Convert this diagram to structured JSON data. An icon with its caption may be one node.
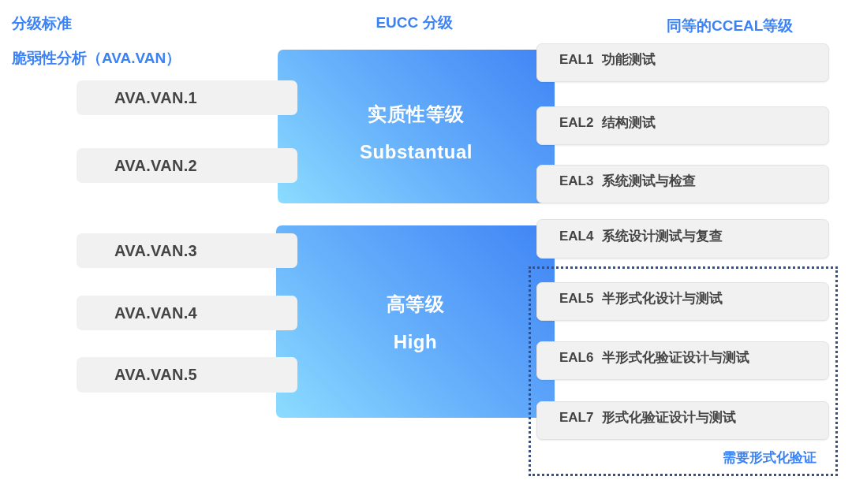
{
  "diagram": {
    "nodes": [
      {
        "text": [
          "AVA.VAN.1"
        ]
      },
      {
        "text": [
          "AVA.VAN.2"
        ]
      },
      {
        "text": [
          "AVA.VAN.3"
        ]
      },
      {
        "text": [
          "AVA.VAN.4"
        ]
      },
      {
        "text": [
          "AVA.VAN.5"
        ]
      },
      {
        "text": [
          "实质性等级",
          "Substantual"
        ]
      },
      {
        "text": [
          "高等级",
          "High"
        ]
      },
      {
        "text": [
          "EAL1 功能测试"
        ]
      },
      {
        "text": [
          "EAL2 结构测试"
        ]
      },
      {
        "text": [
          "EAL3 系统测试与检查"
        ]
      },
      {
        "text": [
          "EAL4 系统设计测试与复查"
        ]
      },
      {
        "text": [
          "需要形式化验证"
        ]
      },
      {
        "text": [
          "EAL5 半形式化设计与测试"
        ],
        "in": 11
      },
      {
        "text": [
          "EAL6 半形式化验证设计与测试"
        ],
        "in": 11
      },
      {
        "text": [
          "EAL7 形式化验证设计与测试"
        ],
        "in": 11
      }
    ],
    "labels": [
      "分级标准",
      "EUCC 分级",
      "同等的CCEAL等级",
      "脆弱性分析（AVA.VAN）"
    ]
  }
}
